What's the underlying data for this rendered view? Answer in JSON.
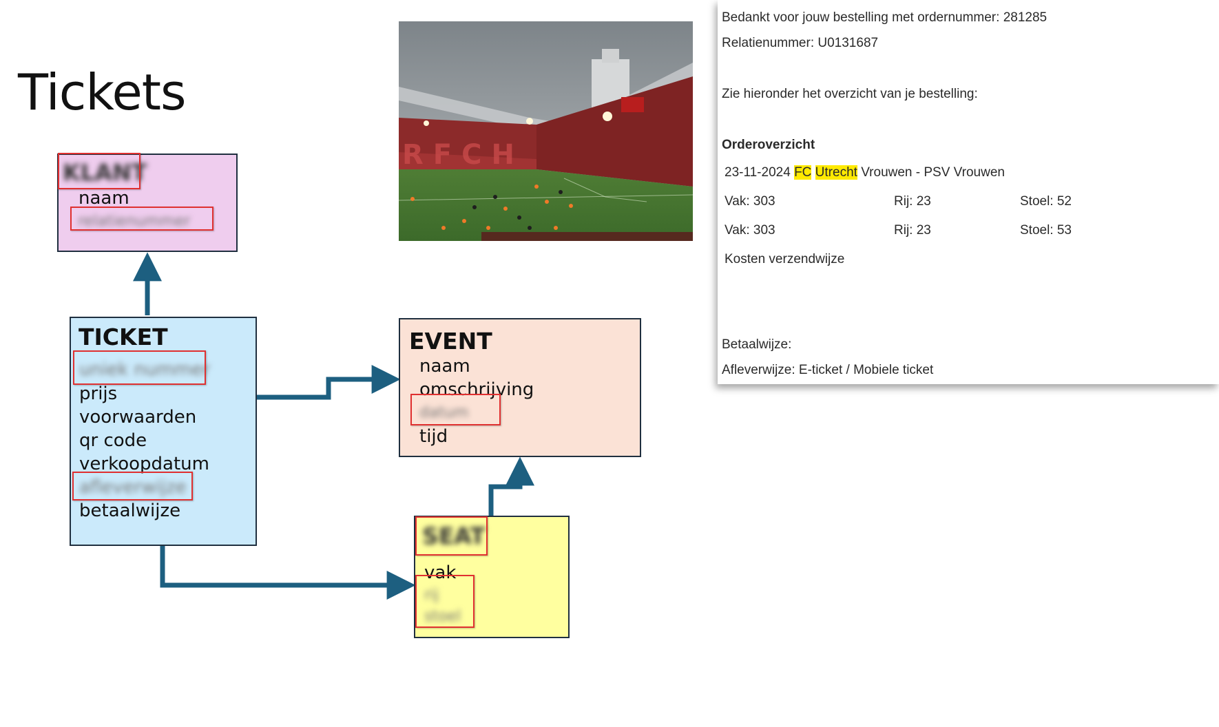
{
  "slide": {
    "title": "Tickets"
  },
  "klant": {
    "header": "KLANT",
    "attributes": [
      "naam",
      "relatienummer"
    ]
  },
  "ticket": {
    "header": "TICKET",
    "attributes": [
      "uniek nummer",
      "prijs",
      "voorwaarden",
      "qr code",
      "verkoopdatum",
      "afleverwijze",
      "betaalwijze"
    ]
  },
  "event": {
    "header": "EVENT",
    "attributes": [
      "naam",
      "omschrijving",
      "datum",
      "tijd"
    ]
  },
  "seat": {
    "header": "SEAT",
    "attributes": [
      "vak",
      "rij",
      "stoel"
    ]
  },
  "photo": {
    "stadium_letters": "RFCH"
  },
  "email": {
    "bedankt": "Bedankt voor jouw bestelling met ordernummer: 281285",
    "relatie": "Relatienummer: U0131687",
    "zie": "Zie hieronder het overzicht van je bestelling:",
    "orderoverzicht": "Orderoverzicht",
    "match_date": "23-11-2024",
    "match_fc": "FC",
    "match_utrecht": "Utrecht",
    "match_rest": "Vrouwen - PSV Vrouwen",
    "rows": [
      {
        "vak": "Vak: 303",
        "rij": "Rij: 23",
        "stoel": "Stoel: 52"
      },
      {
        "vak": "Vak: 303",
        "rij": "Rij: 23",
        "stoel": "Stoel: 53"
      }
    ],
    "kosten": "Kosten verzendwijze",
    "betaalwijze": "Betaalwijze:",
    "afleverwijze": "Afleverwijze: E-ticket / Mobiele ticket"
  },
  "colors": {
    "arrow": "#1d5f80",
    "redbox": "#e03030",
    "klant_fill": "#efcdee",
    "ticket_fill": "#cbeafb",
    "event_fill": "#fbe2d6",
    "seat_fill": "#ffff9f",
    "highlight": "#ffea00"
  }
}
